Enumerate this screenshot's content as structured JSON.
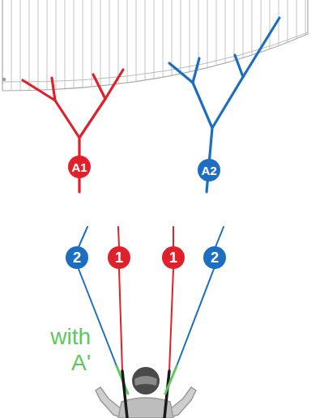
{
  "diagram": {
    "nodes": [
      {
        "text": [
          "A1"
        ]
      },
      {
        "text": [
          "A2"
        ]
      },
      {
        "text": [
          "2"
        ]
      },
      {
        "text": [
          "1"
        ]
      },
      {
        "text": [
          "1"
        ]
      },
      {
        "text": [
          "2"
        ]
      }
    ],
    "labels": [
      "with A'"
    ]
  }
}
